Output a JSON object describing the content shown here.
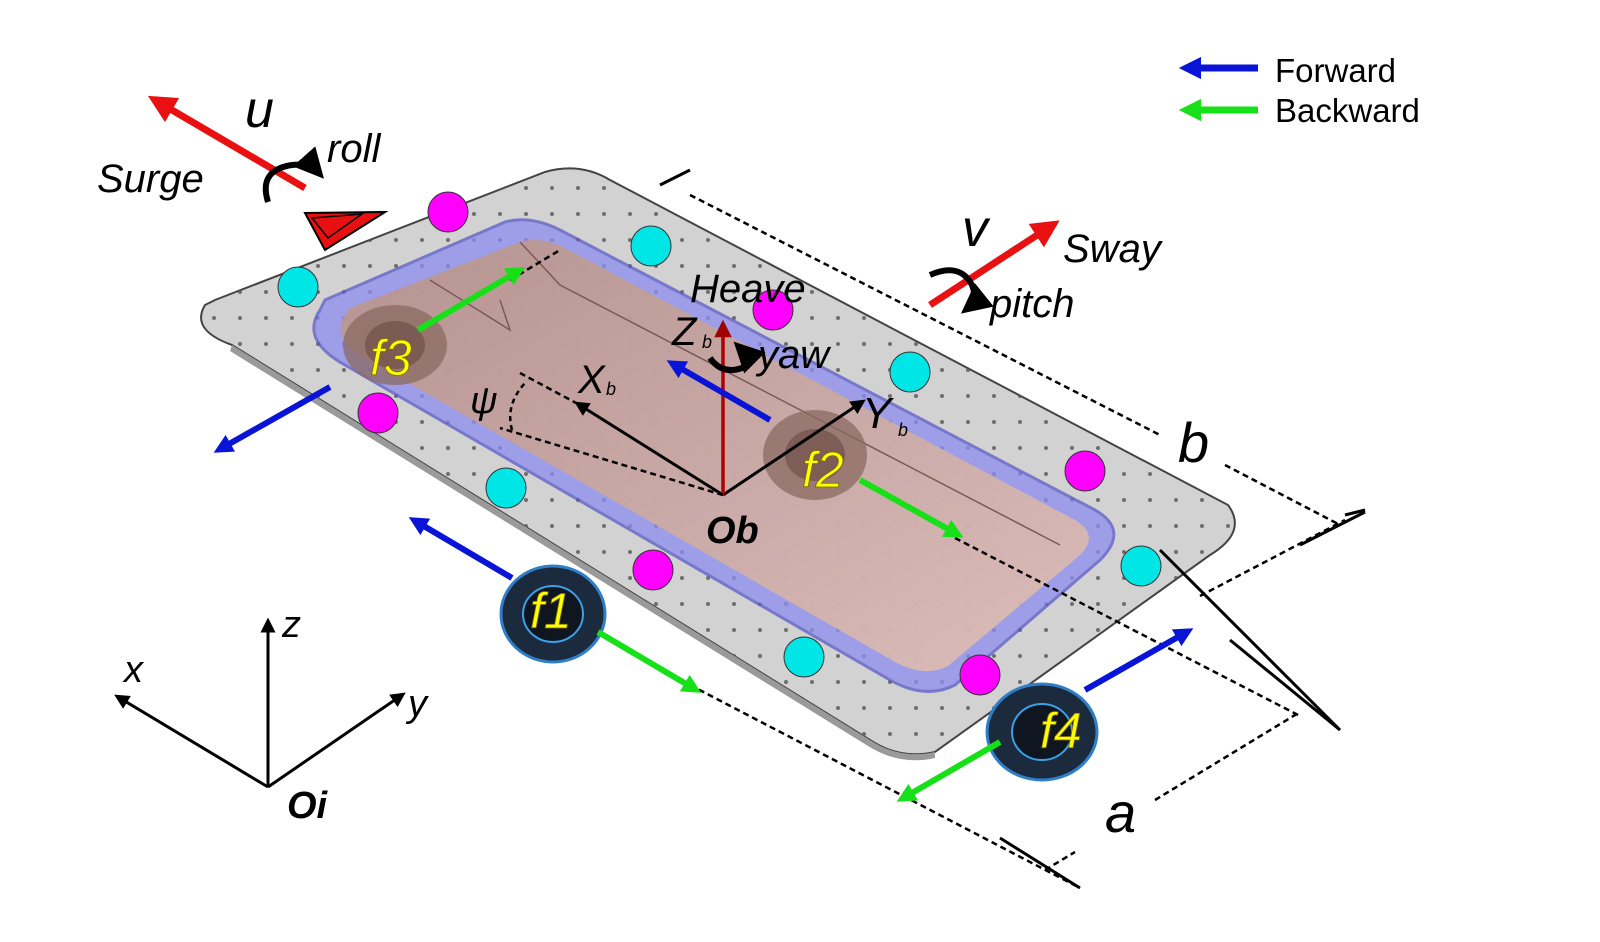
{
  "legend": [
    {
      "label": "Forward",
      "color": "#0a14d6"
    },
    {
      "label": "Backward",
      "color": "#18e018"
    }
  ],
  "motion": {
    "surge_symbol": "u",
    "surge_label": "Surge",
    "roll_label": "roll",
    "sway_symbol": "v",
    "sway_label": "Sway",
    "pitch_label": "pitch",
    "heave_label": "Heave",
    "yaw_label": "yaw"
  },
  "body_frame": {
    "origin": "Ob",
    "x_axis": "X",
    "y_axis": "Y",
    "z_axis": "Z",
    "subscript": "b",
    "angle": "ψ"
  },
  "inertial_frame": {
    "origin": "Oi",
    "x_axis": "x",
    "y_axis": "y",
    "z_axis": "z"
  },
  "thrusters": [
    "f1",
    "f2",
    "f3",
    "f4"
  ],
  "dimensions": {
    "length": "b",
    "width": "a"
  },
  "colors": {
    "motion_arrow": "#e81010",
    "marker_magenta": "#ff00ff",
    "marker_cyan": "#00e5e5",
    "thruster_label": "#ffff00",
    "plate": "#d2d2d2",
    "hull": "#c9a39a",
    "rim": "#8c8cf0"
  }
}
